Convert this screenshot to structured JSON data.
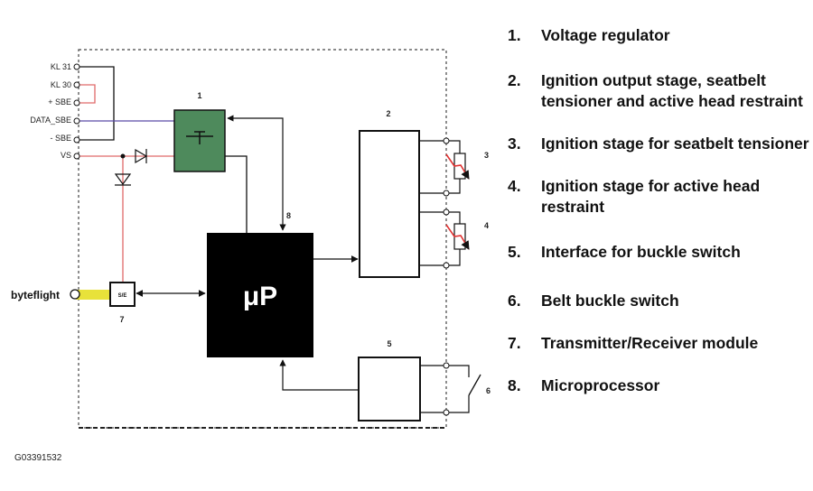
{
  "pins": [
    "KL 31",
    "KL 30",
    "+ SBE",
    "DATA_SBE",
    "- SBE",
    "VS"
  ],
  "ext_label": "byteflight",
  "components": {
    "regulator_num": "1",
    "output_stage_num": "2",
    "squib_seatbelt_num": "3",
    "squib_head_num": "4",
    "buckle_interface_num": "5",
    "buckle_switch_num": "6",
    "transceiver_num": "7",
    "microprocessor_num": "8",
    "microprocessor_label": "μP",
    "transceiver_label": "S/E"
  },
  "figure_code": "G03391532",
  "legend": [
    {
      "num": "1.",
      "text": "Voltage regulator"
    },
    {
      "num": "2.",
      "text": "Ignition output stage, seatbelt tensioner and active head restraint"
    },
    {
      "num": "3.",
      "text": "Ignition stage for seatbelt tensioner"
    },
    {
      "num": "4.",
      "text": "Ignition stage for active head restraint"
    },
    {
      "num": "5.",
      "text": "Interface for buckle switch"
    },
    {
      "num": "6.",
      "text": "Belt buckle switch"
    },
    {
      "num": "7.",
      "text": "Transmitter/Receiver module"
    },
    {
      "num": "8.",
      "text": "Microprocessor"
    }
  ],
  "colors": {
    "regulator_fill": "#4e8a5c",
    "power_wire": "#e06a6a",
    "data_wire": "#5a4aa8",
    "bus_wire": "#e8e23a",
    "squib": "#e03030"
  }
}
